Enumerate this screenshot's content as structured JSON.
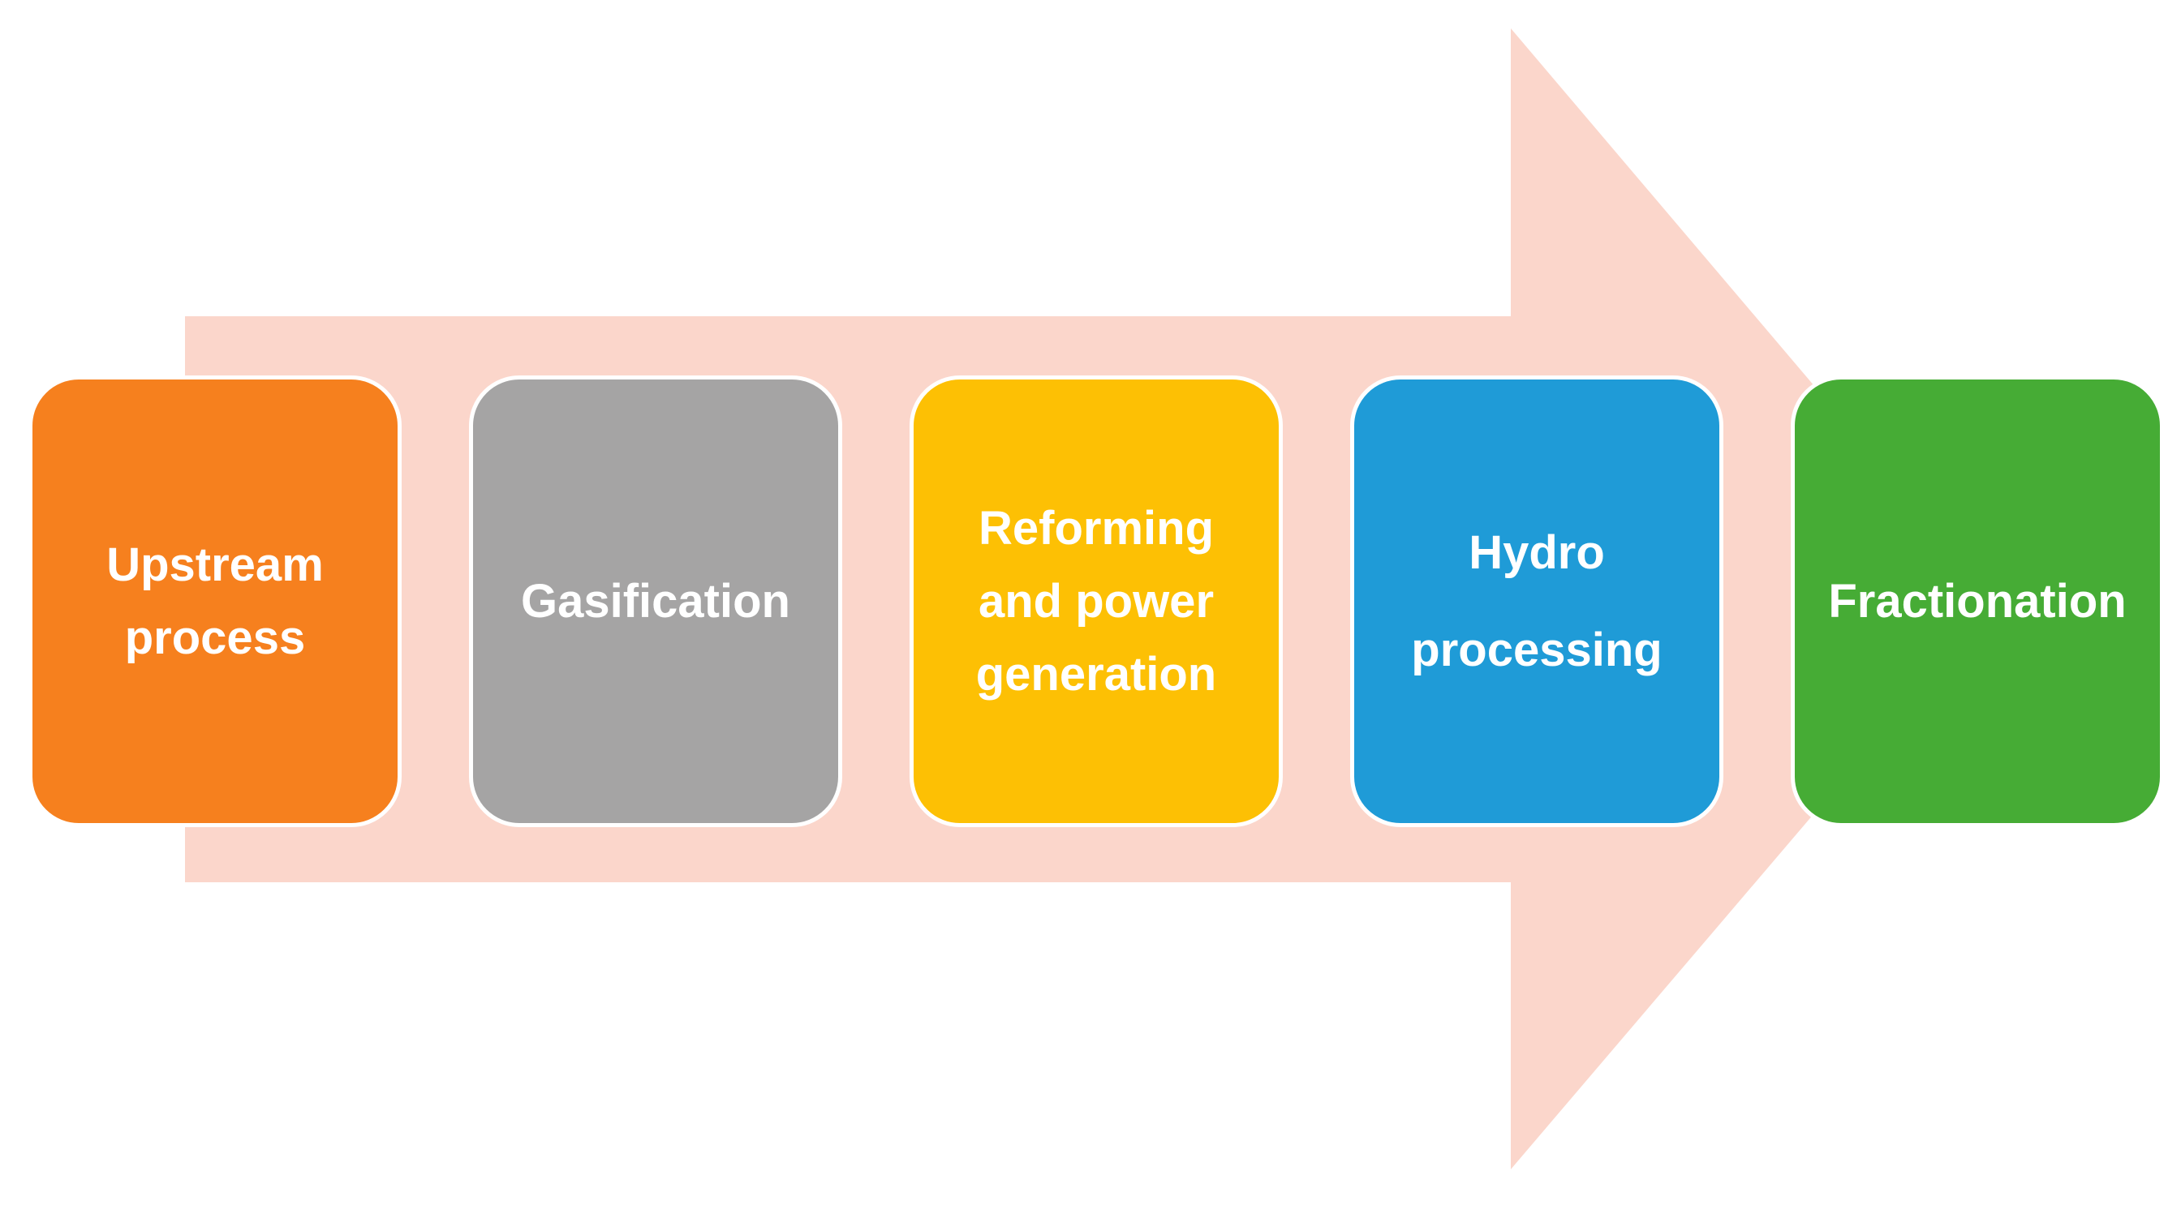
{
  "figure": {
    "type": "process-flow-diagram",
    "background_color": "#FFFFFF",
    "arrow": {
      "direction": "right",
      "color": "#FBD6CB"
    },
    "stages": [
      {
        "label": "Upstream\nprocess",
        "color": "#F6801E",
        "text_color": "#FFFFFF"
      },
      {
        "label": "Gasification",
        "color": "#A5A4A4",
        "text_color": "#FFFFFF"
      },
      {
        "label": "Reforming\nand power\ngeneration",
        "color": "#FDC004",
        "text_color": "#FFFFFF"
      },
      {
        "label": "Hydro\nprocessing",
        "color": "#1F9BD7",
        "text_color": "#FFFFFF"
      },
      {
        "label": "Fractionation",
        "color": "#46AC35",
        "text_color": "#FFFFFF"
      }
    ]
  }
}
